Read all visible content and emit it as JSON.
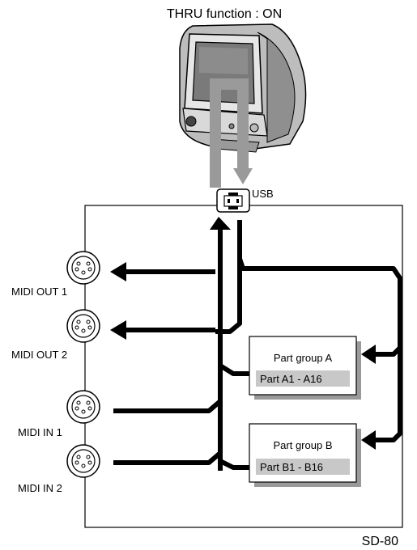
{
  "header": {
    "title": "THRU function : ON"
  },
  "ports": {
    "usb": "USB",
    "midi_out_1": "MIDI OUT 1",
    "midi_out_2": "MIDI OUT 2",
    "midi_in_1": "MIDI IN 1",
    "midi_in_2": "MIDI IN 2"
  },
  "groups": {
    "a": {
      "title": "Part group A",
      "parts": "Part A1 - A16"
    },
    "b": {
      "title": "Part group B",
      "parts": "Part B1 - B16"
    }
  },
  "footer": {
    "model": "SD-80"
  },
  "colors": {
    "signal": "#000000",
    "thru_path": "#9a9a9a",
    "part_highlight": "#c8c8c8"
  }
}
